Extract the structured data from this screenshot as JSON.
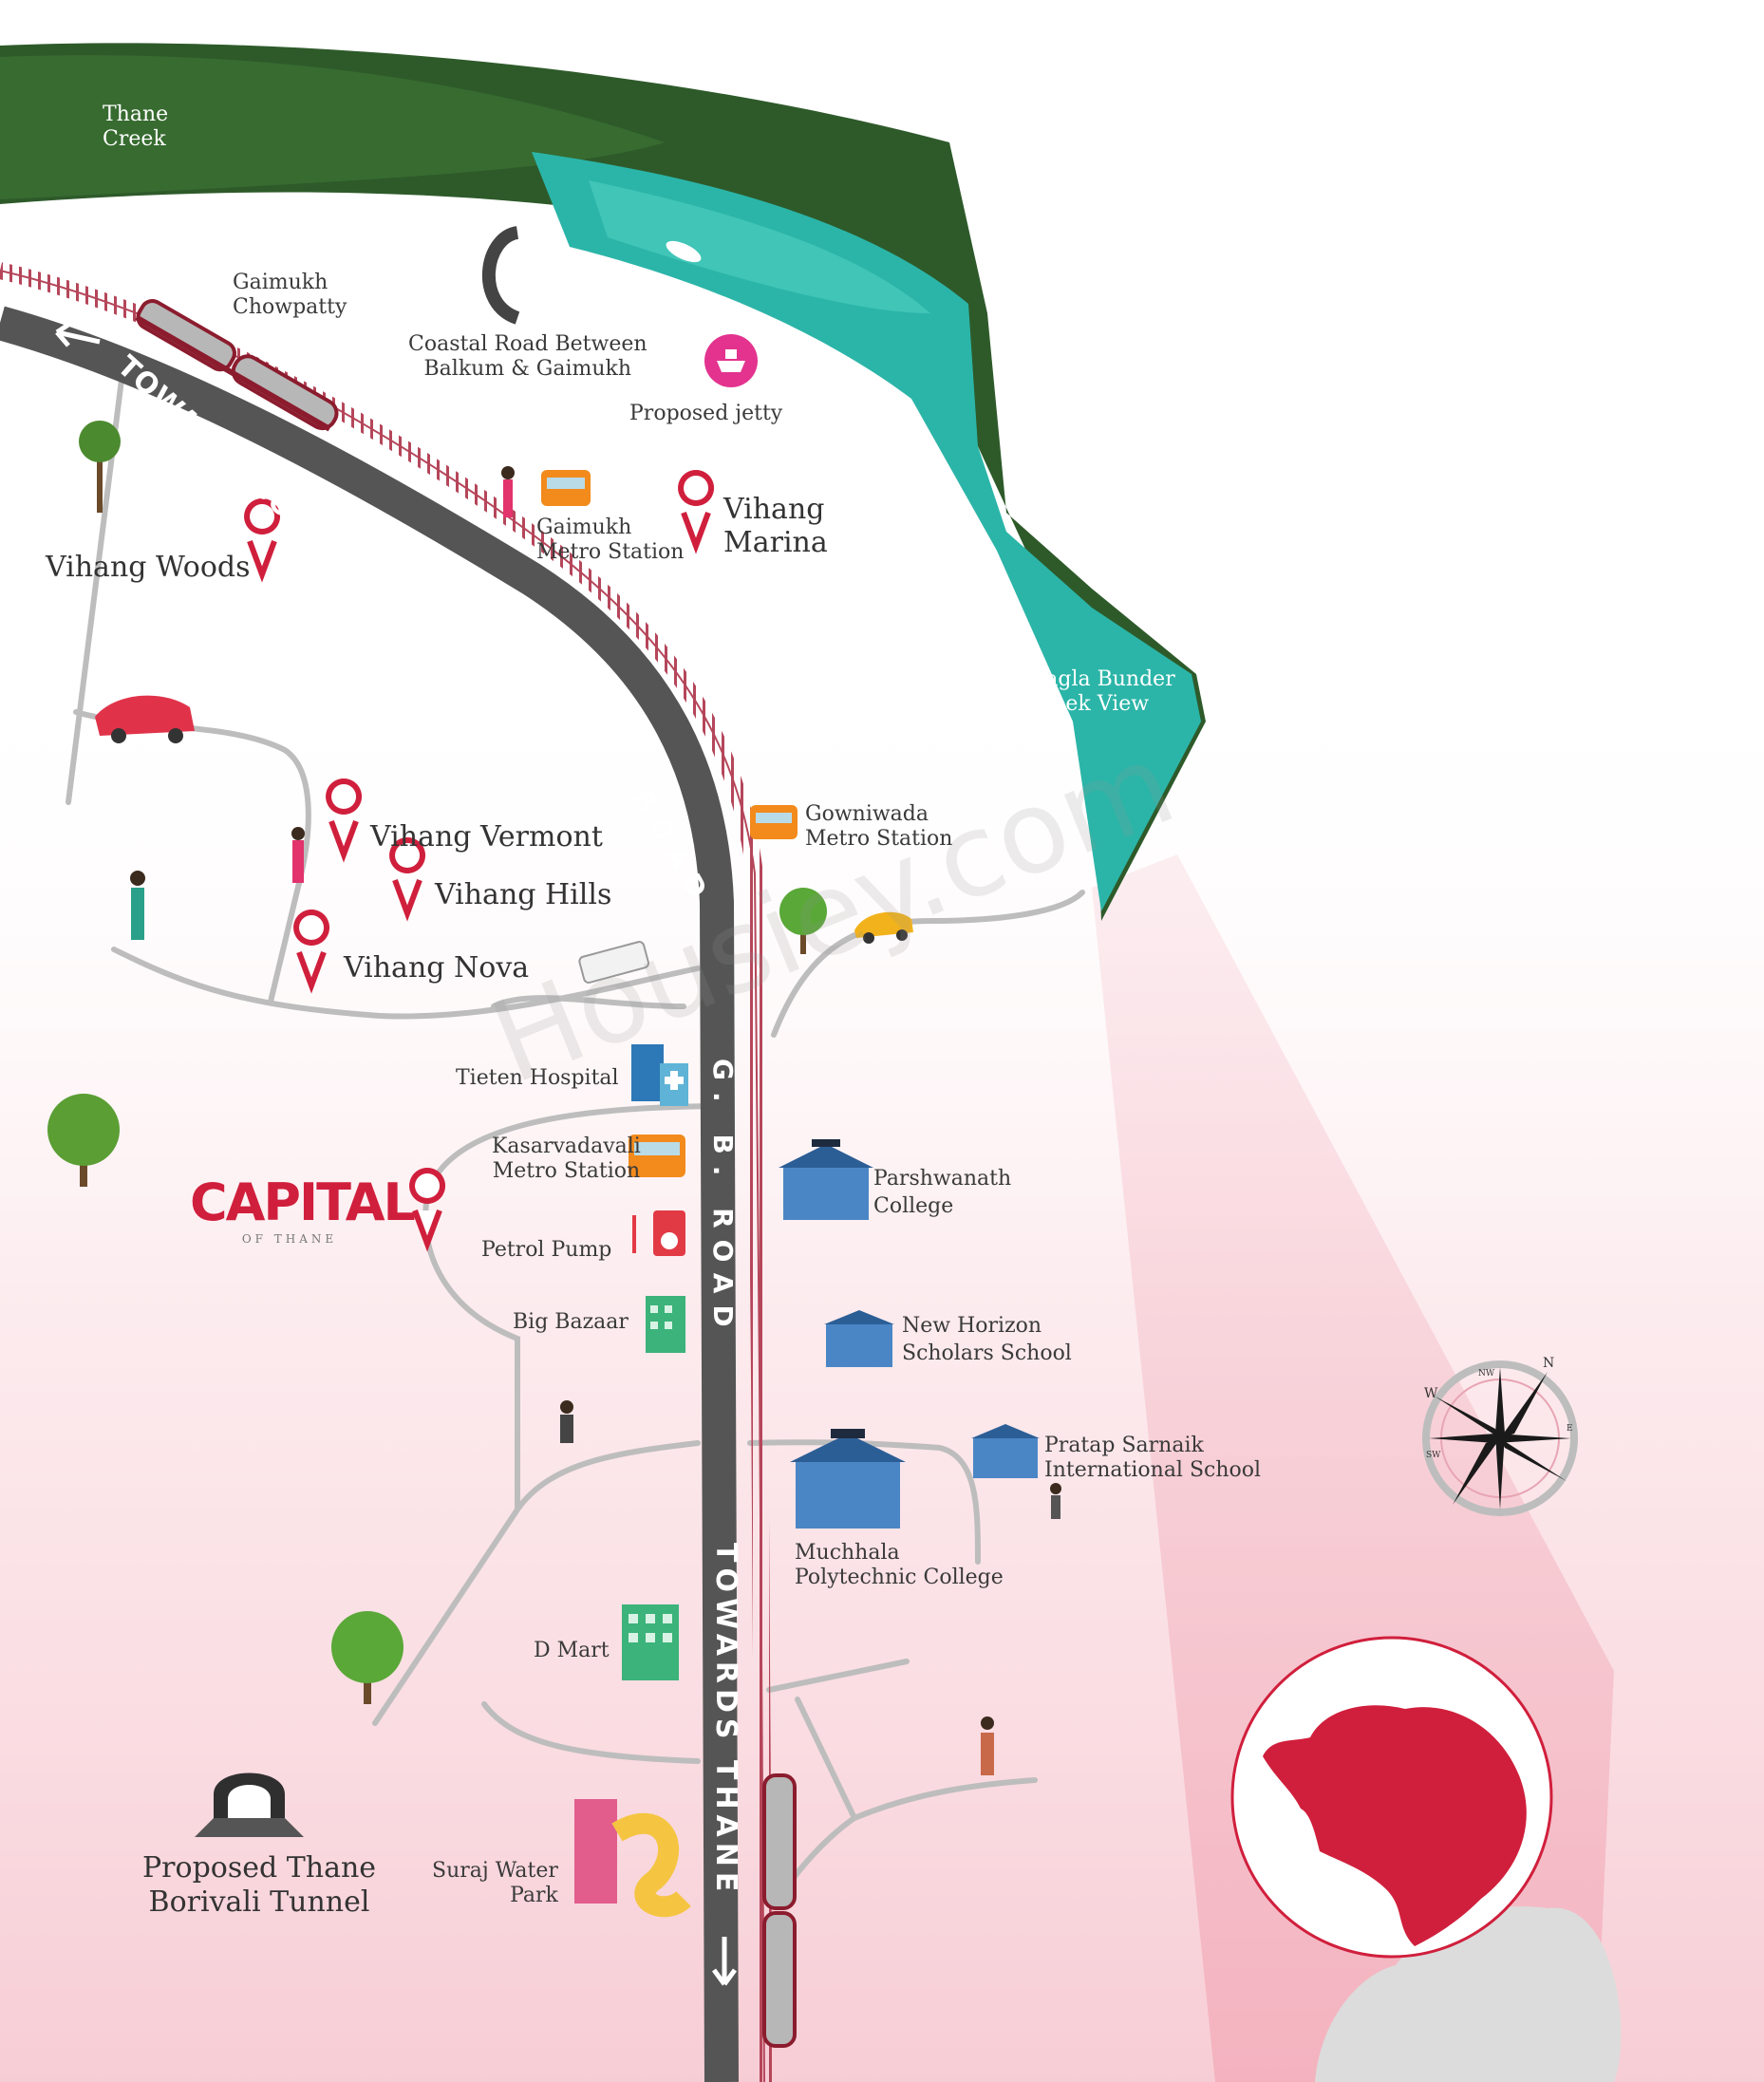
{
  "map": {
    "water_labels": {
      "thane_creek": "Thane\nCreek",
      "nagla_bunder": "Nagla Bunder\nCreek View"
    },
    "roads": {
      "towards_borivali": "TOWARDS BORIVALI",
      "gb_road_upper": "G. B. ROAD",
      "gb_road_lower": "G. B. ROAD",
      "towards_thane": "TOWARDS THANE"
    },
    "projects": [
      {
        "id": "vihang-woods",
        "label": "Vihang Woods"
      },
      {
        "id": "vihang-marina",
        "label": "Vihang\nMarina"
      },
      {
        "id": "vihang-vermont",
        "label": "Vihang Vermont"
      },
      {
        "id": "vihang-hills",
        "label": "Vihang Hills"
      },
      {
        "id": "vihang-nova",
        "label": "Vihang Nova"
      }
    ],
    "landmarks": {
      "gaimukh_chowpatty": "Gaimukh\nChowpatty",
      "coastal_road": "Coastal Road Between\nBalkum & Gaimukh",
      "proposed_jetty": "Proposed jetty",
      "gaimukh_metro": "Gaimukh\nMetro Station",
      "gowniwada_metro": "Gowniwada\nMetro Station",
      "tieten_hospital": "Tieten Hospital",
      "kasarvadavali_metro": "Kasarvadavali\nMetro Station",
      "petrol_pump": "Petrol Pump",
      "big_bazaar": "Big Bazaar",
      "parshwanath_college": "Parshwanath\nCollege",
      "new_horizon": "New Horizon\nScholars School",
      "pratap_sarnaik": "Pratap Sarnaik\nInternational School",
      "muchhala": "Muchhala\nPolytechnic College",
      "dmart": "D Mart",
      "suraj_water_park": "Suraj Water\nPark",
      "tunnel": "Proposed Thane\nBorivali Tunnel"
    },
    "brand": {
      "name": "CAPITAL",
      "tagline": "OF THANE"
    },
    "watermark": "Housiey.com",
    "compass": [
      "N",
      "W",
      "NW",
      "E",
      "SW"
    ],
    "colors": {
      "accent": "#d01f3c",
      "road": "#555555",
      "water": "#2bb5a8",
      "forest": "#2e5a2a",
      "wash": "#f8d7dd"
    }
  }
}
